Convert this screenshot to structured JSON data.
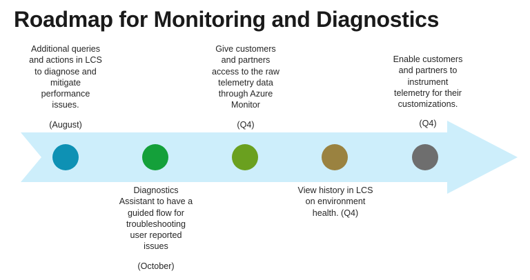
{
  "slide": {
    "title": "Roadmap for Monitoring and Diagnostics",
    "background_color": "#ffffff",
    "text_color": "#262626"
  },
  "arrow": {
    "name": "timeline-arrow",
    "fill_color": "#cdeefb",
    "direction": "right"
  },
  "milestones": [
    {
      "id": "milestone-1",
      "dot_color": "#0e91b4",
      "position": "above",
      "body": "Additional queries\nand actions in LCS\nto diagnose and\nmitigate\nperformance\nissues.",
      "date": "(August)"
    },
    {
      "id": "milestone-2",
      "dot_color": "#14a03a",
      "position": "below",
      "body": "Diagnostics\nAssistant to have a\nguided flow for\ntroubleshooting\nuser reported\nissues",
      "date": "(October)"
    },
    {
      "id": "milestone-3",
      "dot_color": "#6aa01f",
      "position": "above",
      "body": "Give customers\nand partners\naccess to the raw\ntelemetry data\nthrough Azure\nMonitor",
      "date": "(Q4)"
    },
    {
      "id": "milestone-4",
      "dot_color": "#9a8240",
      "position": "below",
      "body": "View history in LCS\non environment\nhealth. (Q4)",
      "date": ""
    },
    {
      "id": "milestone-5",
      "dot_color": "#6e6e6e",
      "position": "above",
      "body": "Enable customers\nand partners to\ninstrument\ntelemetry for their\ncustomizations.",
      "date": "(Q4)"
    }
  ]
}
